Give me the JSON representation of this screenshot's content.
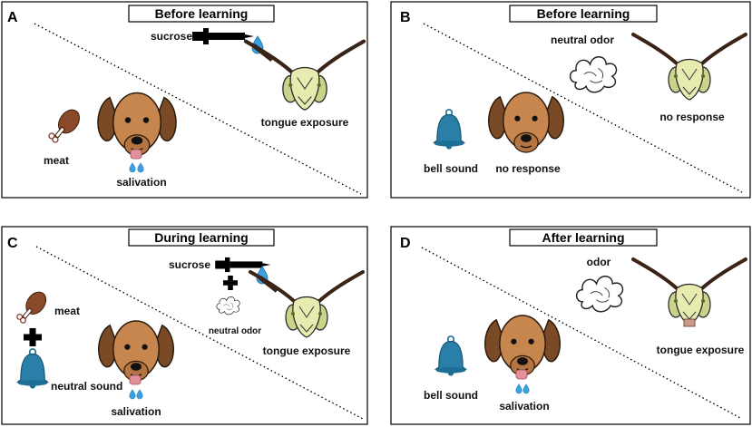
{
  "panels": {
    "a": {
      "letter": "A",
      "title": "Before learning",
      "labels": {
        "meat": "meat",
        "salivation": "salivation",
        "sucrose": "sucrose",
        "tongue": "tongue exposure"
      }
    },
    "b": {
      "letter": "B",
      "title": "Before learning",
      "labels": {
        "odor": "neutral odor",
        "bell": "bell sound",
        "dog_response": "no response",
        "bee_response": "no response"
      }
    },
    "c": {
      "letter": "C",
      "title": "During learning",
      "labels": {
        "meat": "meat",
        "sound": "neutral sound",
        "salivation": "salivation",
        "sucrose": "sucrose",
        "odor": "neutral odor",
        "tongue": "tongue exposure"
      }
    },
    "d": {
      "letter": "D",
      "title": "After learning",
      "labels": {
        "odor": "odor",
        "bell": "bell sound",
        "salivation": "salivation",
        "tongue": "tongue exposure"
      }
    }
  },
  "colors": {
    "dog": "#c8864f",
    "meat": "#8a4a2a",
    "bell": "#2a7fa8",
    "water": "#3aa0e0",
    "bee_head": "#e7ebb0",
    "tongue": "#e58f9a"
  },
  "icons": [
    "dog-face-icon",
    "meat-drumstick-icon",
    "bell-icon",
    "pipette-icon",
    "odor-cloud-icon",
    "bee-head-icon",
    "plus-icon"
  ]
}
